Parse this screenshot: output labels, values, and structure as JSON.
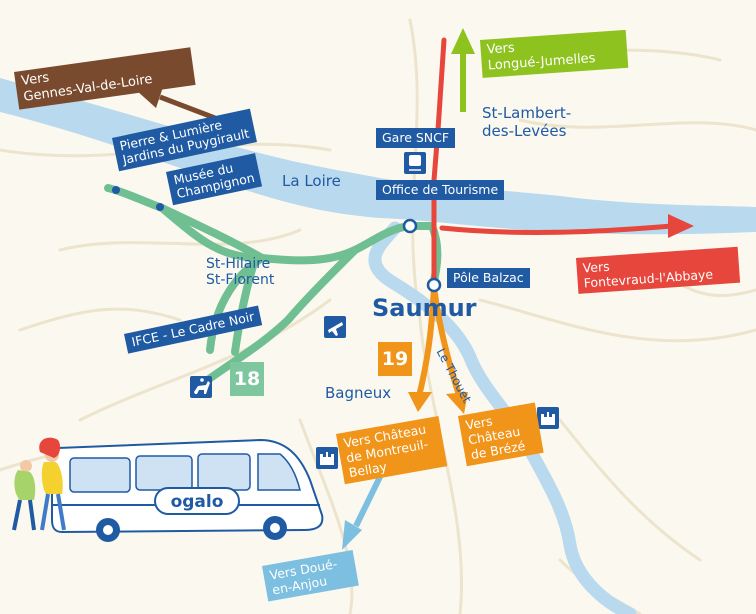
{
  "map": {
    "city": "Saumur",
    "river_loire": "La Loire",
    "river_thouet": "Le Thouet",
    "places": {
      "st_hilaire": "St-Hilaire\nSt-Florent",
      "st_lambert": "St-Lambert-\ndes-Levées",
      "bagneux": "Bagneux"
    },
    "stops": {
      "gare": "Gare SNCF",
      "office": "Office de Tourisme",
      "pole": "Pôle Balzac",
      "musee": "Musée du\nChampignon",
      "pierre": "Pierre & Lumière\nJardins du Puygirault",
      "ifce": "IFCE - Le Cadre Noir"
    },
    "destinations": {
      "gennes": "Vers\nGennes-Val-de-Loire",
      "longue": "Vers\nLongué-Jumelles",
      "fontevraud": "Vers\nFontevraud-l'Abbaye",
      "montreuil": "Vers Château\nde Montreuil-\nBellay",
      "breze": "Vers\nChâteau\nde Brézé",
      "doue": "Vers Doué-\nen-Anjou"
    },
    "lines": [
      {
        "number": "18",
        "color": "#7ec79e"
      },
      {
        "number": "19",
        "color": "#f0941a"
      }
    ],
    "brand": "ogalo",
    "colors": {
      "river": "#b8d9ee",
      "navy": "#1f5aa3",
      "red": "#e6463b",
      "orange": "#f0941a",
      "green_line": "#6fbf93",
      "lime": "#8dc21f",
      "brown": "#7a4a2e",
      "light_blue": "#7dbfe0"
    },
    "icons": [
      "train-icon",
      "airplane-icon",
      "horse-rider-icon",
      "castle-icon",
      "van-illustration",
      "walking-people-illustration"
    ]
  }
}
